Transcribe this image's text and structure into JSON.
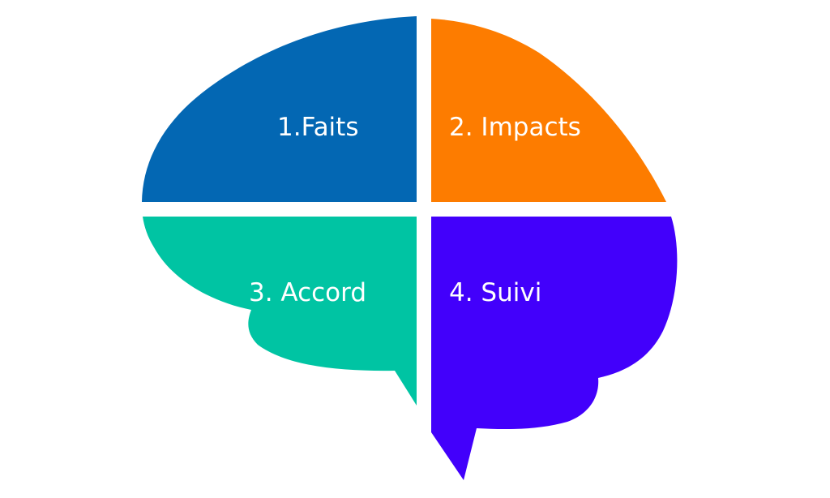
{
  "diagram": {
    "quadrants": [
      {
        "label": "1.Faits",
        "color": "#0367b3"
      },
      {
        "label": "2. Impacts",
        "color": "#fd7c00"
      },
      {
        "label": "3. Accord",
        "color": "#00c4a3"
      },
      {
        "label": "4. Suivi",
        "color": "#4200fb"
      }
    ]
  }
}
